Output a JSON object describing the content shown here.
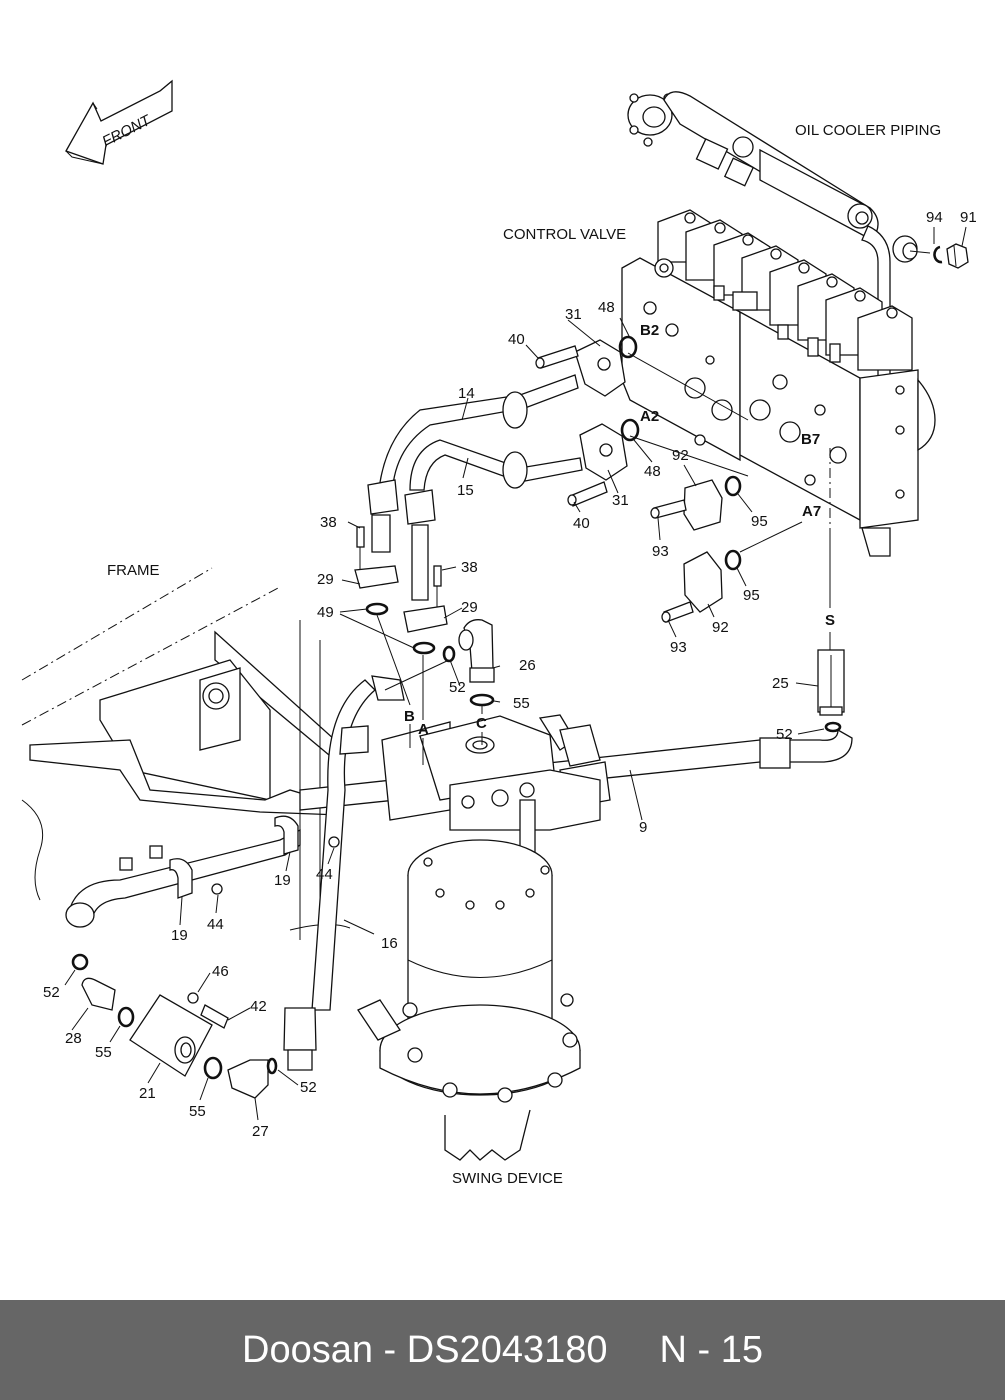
{
  "diagram": {
    "orientation_label": "FRONT",
    "sections": {
      "oil_cooler_piping": "OIL COOLER PIPING",
      "control_valve": "CONTROL VALVE",
      "frame": "FRAME",
      "swing_device": "SWING DEVICE"
    },
    "ports": {
      "B2": "B2",
      "A2": "A2",
      "B7": "B7",
      "A7": "A7",
      "S": "S",
      "B": "B",
      "A": "A",
      "C": "C"
    },
    "callouts": [
      {
        "id": "c94",
        "label": "94"
      },
      {
        "id": "c91",
        "label": "91"
      },
      {
        "id": "c31a",
        "label": "31"
      },
      {
        "id": "c48a",
        "label": "48"
      },
      {
        "id": "c40a",
        "label": "40"
      },
      {
        "id": "c14",
        "label": "14"
      },
      {
        "id": "c48b",
        "label": "48"
      },
      {
        "id": "c15",
        "label": "15"
      },
      {
        "id": "c31b",
        "label": "31"
      },
      {
        "id": "c40b",
        "label": "40"
      },
      {
        "id": "c92a",
        "label": "92"
      },
      {
        "id": "c95a",
        "label": "95"
      },
      {
        "id": "c93a",
        "label": "93"
      },
      {
        "id": "c95b",
        "label": "95"
      },
      {
        "id": "c92b",
        "label": "92"
      },
      {
        "id": "c93b",
        "label": "93"
      },
      {
        "id": "c38a",
        "label": "38"
      },
      {
        "id": "c29a",
        "label": "29"
      },
      {
        "id": "c38b",
        "label": "38"
      },
      {
        "id": "c49",
        "label": "49"
      },
      {
        "id": "c29b",
        "label": "29"
      },
      {
        "id": "c26",
        "label": "26"
      },
      {
        "id": "c52a",
        "label": "52"
      },
      {
        "id": "c55a",
        "label": "55"
      },
      {
        "id": "c25",
        "label": "25"
      },
      {
        "id": "c52b",
        "label": "52"
      },
      {
        "id": "c9",
        "label": "9"
      },
      {
        "id": "c19a",
        "label": "19"
      },
      {
        "id": "c44a",
        "label": "44"
      },
      {
        "id": "c19b",
        "label": "19"
      },
      {
        "id": "c44b",
        "label": "44"
      },
      {
        "id": "c16",
        "label": "16"
      },
      {
        "id": "c46",
        "label": "46"
      },
      {
        "id": "c42",
        "label": "42"
      },
      {
        "id": "c52c",
        "label": "52"
      },
      {
        "id": "c28",
        "label": "28"
      },
      {
        "id": "c55b",
        "label": "55"
      },
      {
        "id": "c21",
        "label": "21"
      },
      {
        "id": "c55c",
        "label": "55"
      },
      {
        "id": "c52d",
        "label": "52"
      },
      {
        "id": "c27",
        "label": "27"
      }
    ]
  },
  "footer": {
    "brand": "Doosan",
    "separator": "-",
    "part_number": "DS2043180",
    "page_ref": "N - 15"
  },
  "colors": {
    "line": "#111111",
    "background": "#ffffff",
    "footer_bg": "#666666",
    "footer_text": "#ffffff"
  }
}
